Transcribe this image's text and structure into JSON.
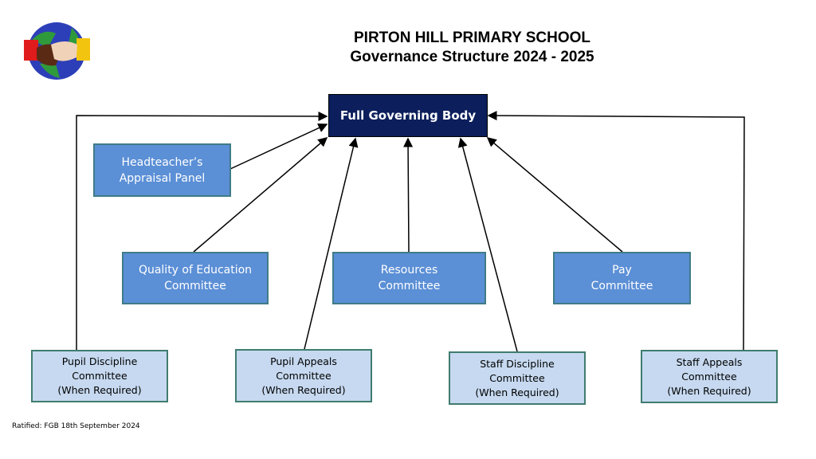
{
  "header": {
    "title_line1": "PIRTON HILL PRIMARY SCHOOL",
    "title_line2": "Governance Structure 2024 - 2025"
  },
  "logo": {
    "icon": "handshake-globe-logo"
  },
  "boxes": {
    "fgb": "Full Governing Body",
    "headteacher": [
      "Headteacher’s",
      "Appraisal Panel"
    ],
    "quality": [
      "Quality of Education",
      "Committee"
    ],
    "resources": [
      "Resources",
      "Committee"
    ],
    "pay": [
      "Pay",
      "Committee"
    ],
    "pupil_discipline": [
      "Pupil Discipline",
      "Committee",
      "(When Required)"
    ],
    "pupil_appeals": [
      "Pupil Appeals",
      "Committee",
      "(When Required)"
    ],
    "staff_discipline": [
      "Staff Discipline",
      "Committee",
      "(When Required)"
    ],
    "staff_appeals": [
      "Staff Appeals",
      "Committee",
      "(When Required)"
    ]
  },
  "footer": "Ratified: FGB 18th September 2024",
  "colors": {
    "navy": "#0c1f5c",
    "mid_blue": "#5b8fd6",
    "light_blue": "#c6d9f0"
  }
}
